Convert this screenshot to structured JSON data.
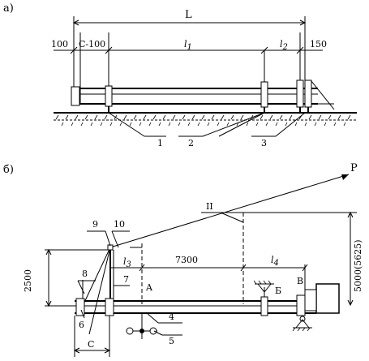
{
  "panel_a": {
    "panel_label": "а)",
    "dim_L": "L",
    "dim_100": "100",
    "dim_c100": "C-100",
    "dim_l1": "l",
    "dim_l1_sub": "1",
    "dim_l2": "l",
    "dim_l2_sub": "2",
    "dim_150": "150",
    "callout_1": "1",
    "callout_2": "2",
    "callout_3": "3"
  },
  "panel_b": {
    "panel_label": "б)",
    "force_P": "P",
    "label_II": "II",
    "dim_7300": "7300",
    "dim_l3": "l",
    "dim_l3_sub": "3",
    "dim_l4": "l",
    "dim_l4_sub": "4",
    "dim_2500": "2500",
    "dim_5000": "5000(5625)",
    "dim_C": "C",
    "label_A": "A",
    "label_B_cyr": "Б",
    "label_V": "В",
    "callout_4": "4",
    "callout_5": "5",
    "callout_6": "6",
    "callout_7": "7",
    "callout_8": "8",
    "callout_9": "9",
    "callout_10": "10"
  }
}
